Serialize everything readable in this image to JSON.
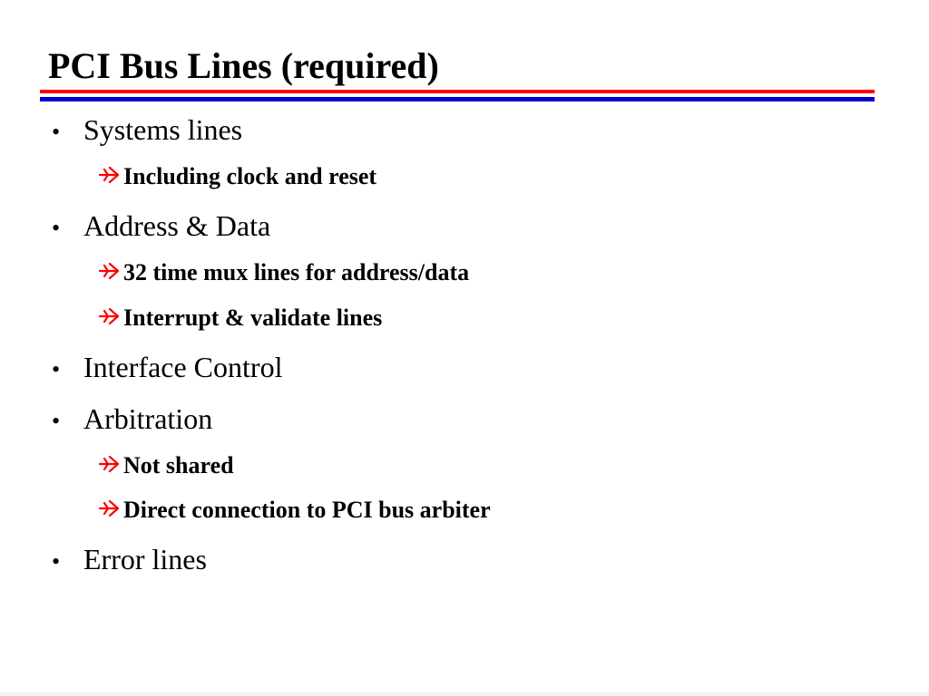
{
  "slide": {
    "title": "PCI Bus Lines (required)",
    "colors": {
      "rule_top": "#ff0000",
      "rule_bottom": "#0000cc",
      "sub_bullet_arrow": "#ff0000"
    },
    "bullets": [
      {
        "label": "Systems lines",
        "sub_items": [
          "Including clock and reset"
        ]
      },
      {
        "label": "Address & Data",
        "sub_items": [
          "32 time mux lines for address/data",
          "Interrupt & validate lines"
        ]
      },
      {
        "label": "Interface Control",
        "sub_items": []
      },
      {
        "label": "Arbitration",
        "sub_items": [
          "Not shared",
          "Direct connection to PCI bus arbiter"
        ]
      },
      {
        "label": "Error lines",
        "sub_items": []
      }
    ],
    "bullet_glyph": "•",
    "sub_bullet_icon": "airplane-arrow-icon"
  }
}
